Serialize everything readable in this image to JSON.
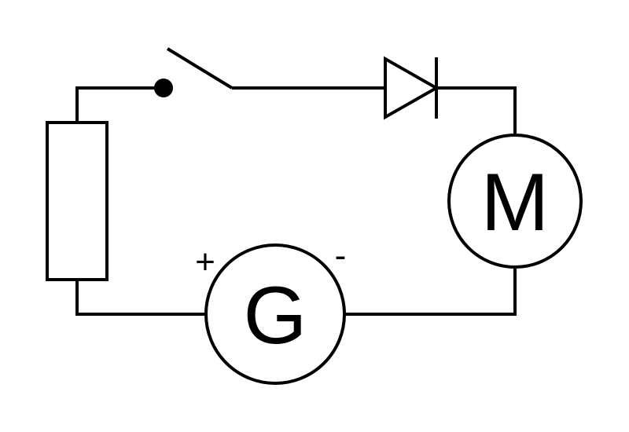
{
  "diagram": {
    "kind": "circuit-schematic",
    "components": {
      "resistor": {
        "symbol": "resistor"
      },
      "switch": {
        "symbol": "switch",
        "state": "open"
      },
      "diode": {
        "symbol": "diode"
      },
      "motor": {
        "symbol": "motor",
        "label": "M"
      },
      "generator": {
        "symbol": "generator",
        "label": "G",
        "positive_terminal": "+",
        "negative_terminal": "-"
      }
    },
    "colors": {
      "stroke": "#000000",
      "background": "#ffffff"
    }
  }
}
